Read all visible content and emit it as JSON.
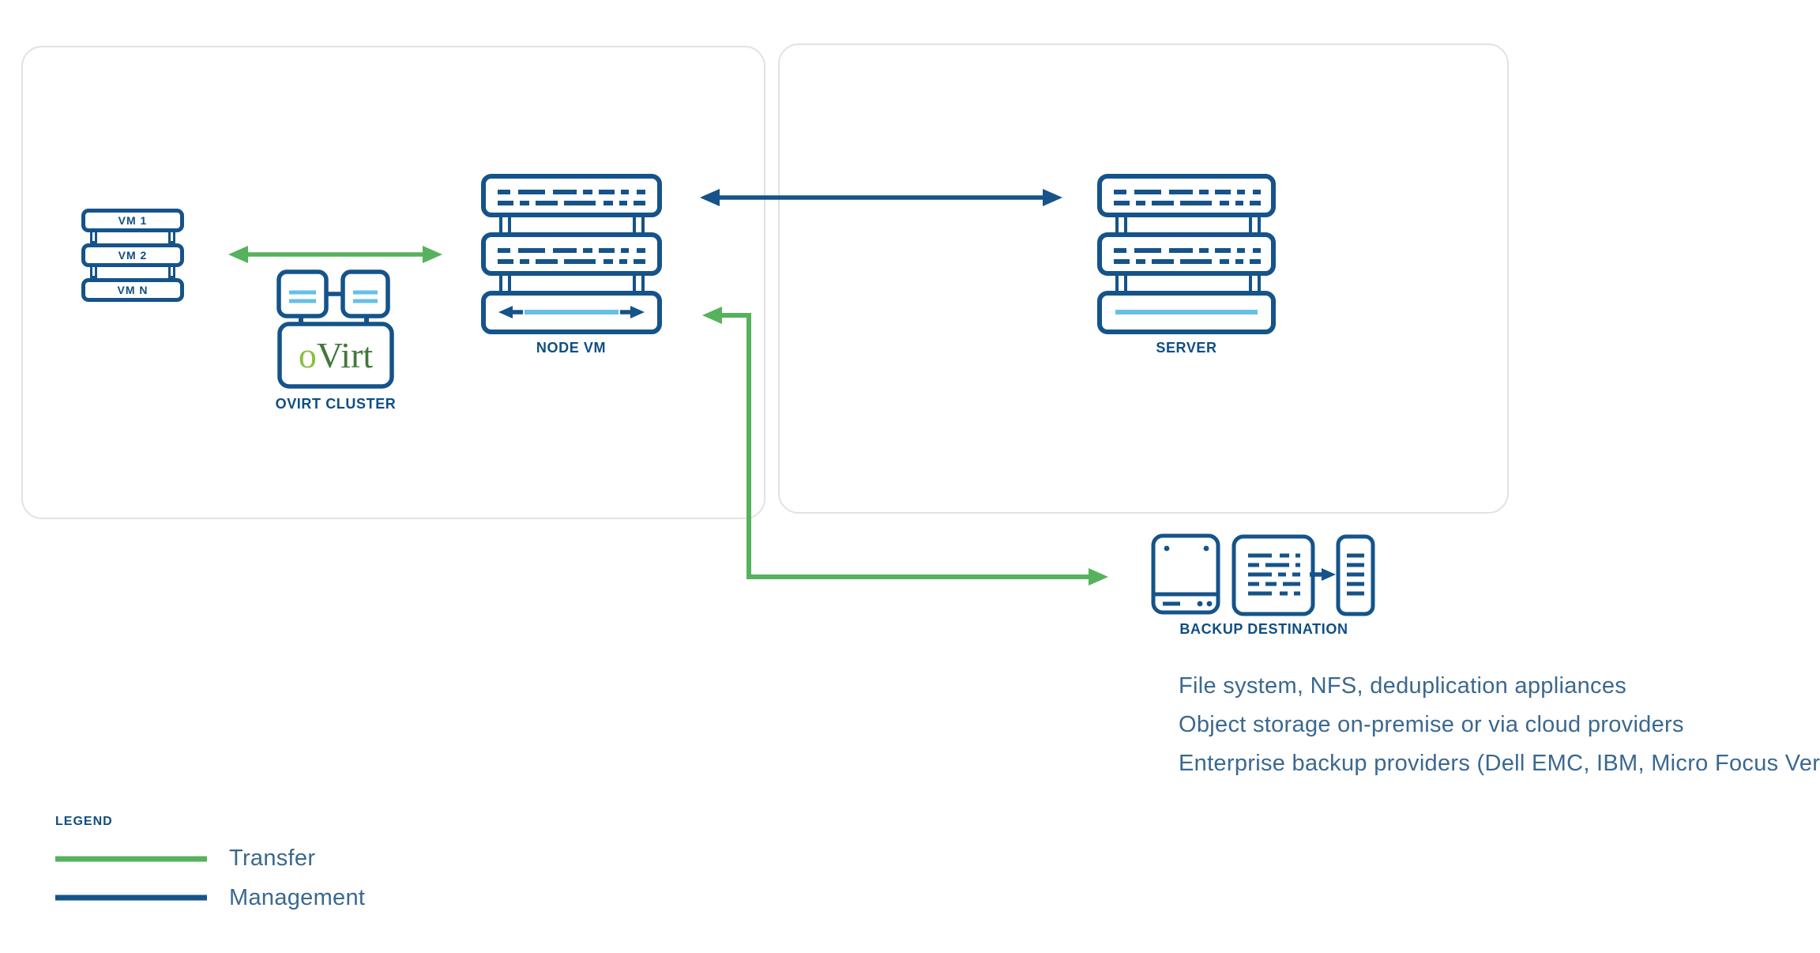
{
  "colors": {
    "navy": "#15538a",
    "label_navy": "#0f4e82",
    "green": "#56b25c",
    "light_blue": "#66c0e4",
    "steel_text": "#3a6890",
    "panel_border": "#e2e2e2",
    "ovirt_light_green": "#8bbf3f",
    "ovirt_dark_green": "#41793a"
  },
  "left_panel": {
    "vm_stack": {
      "items": [
        "VM 1",
        "VM 2",
        "VM N"
      ]
    },
    "ovirt_cluster": {
      "logo_first": "o",
      "logo_rest": "Virt",
      "label": "OVIRT CLUSTER"
    },
    "node_vm": {
      "label": "NODE VM"
    }
  },
  "right_panel": {
    "server": {
      "label": "SERVER"
    }
  },
  "backup_destination": {
    "label": "BACKUP DESTINATION",
    "descriptions": [
      "File system, NFS, deduplication appliances",
      "Object storage on-premise or via cloud providers",
      "Enterprise backup providers (Dell EMC, IBM, Micro Focus Veritas)"
    ]
  },
  "legend": {
    "title": "LEGEND",
    "items": [
      {
        "label": "Transfer",
        "color": "#56b25c"
      },
      {
        "label": "Management",
        "color": "#15538a"
      }
    ]
  }
}
